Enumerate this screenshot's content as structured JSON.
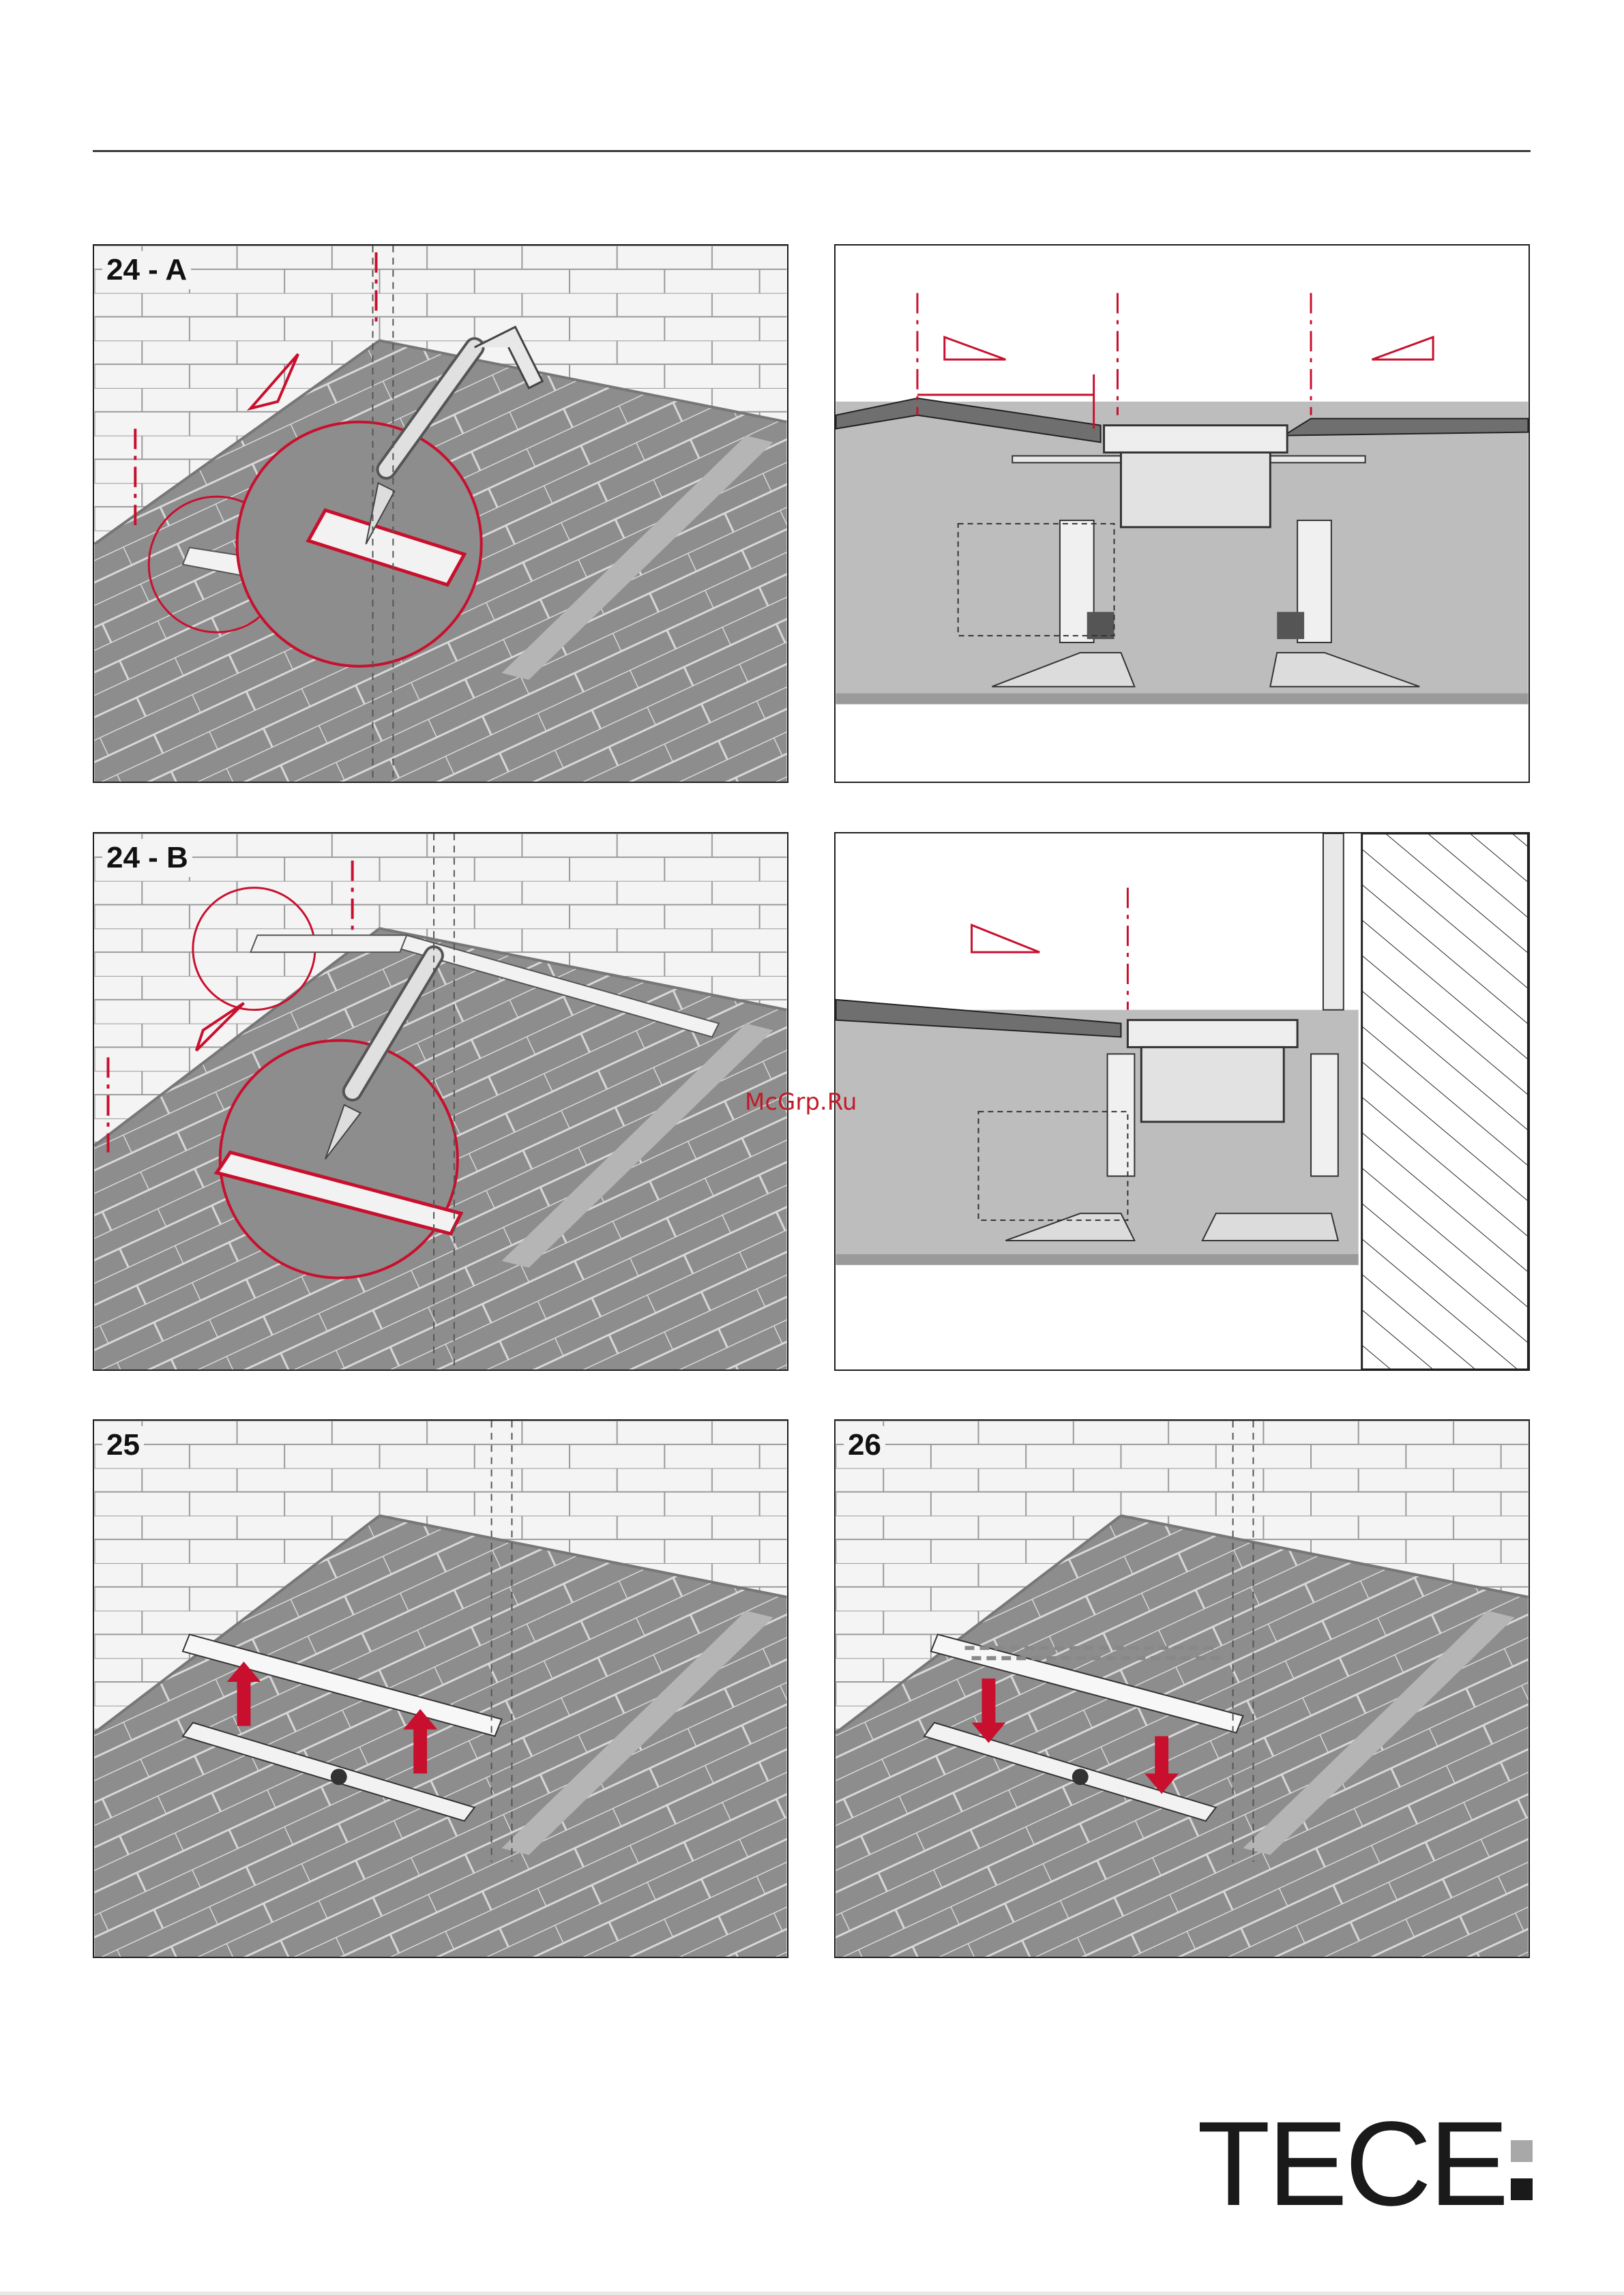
{
  "panels": {
    "p24a": {
      "label": "24 - A"
    },
    "p24b": {
      "label": "24 - B"
    },
    "p25": {
      "label": "25"
    },
    "p26": {
      "label": "26"
    }
  },
  "watermark": "McGrp.Ru",
  "logo": {
    "text": "TECE"
  },
  "colors": {
    "accent_red": "#c8102e",
    "tile_grey": "#8c8c8c",
    "wall_light": "#f4f4f4",
    "section_grey": "#bdbdbd"
  }
}
